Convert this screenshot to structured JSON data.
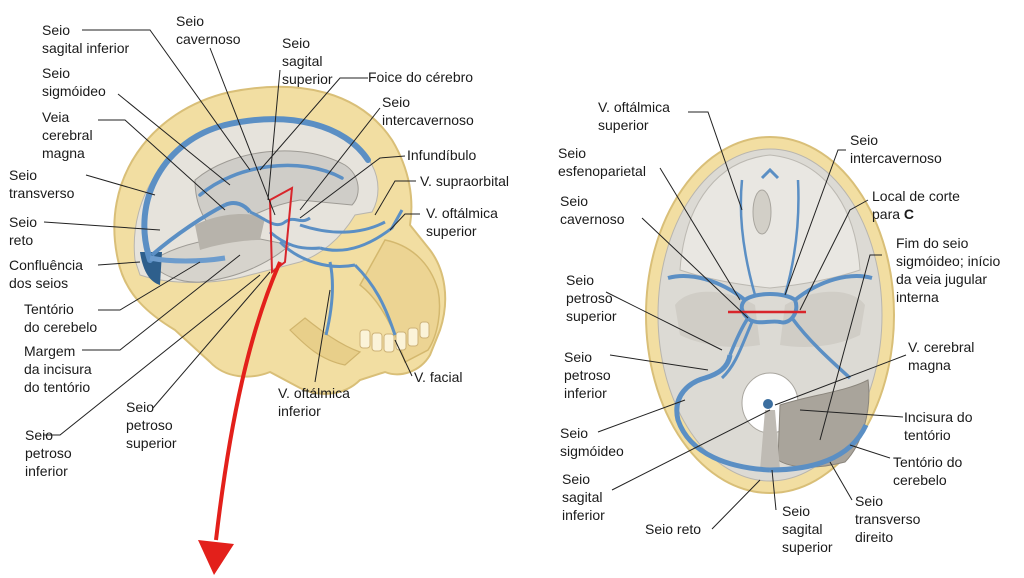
{
  "left_labels": {
    "seio_sagital_inferior": [
      "Seio",
      "sagital inferior"
    ],
    "seio_cavernoso": [
      "Seio",
      "cavernoso"
    ],
    "seio_sagital_superior": [
      "Seio",
      "sagital",
      "superior"
    ],
    "foice_do_cerebro": [
      "Foice do cérebro"
    ],
    "seio_sigmoideo": [
      "Seio",
      "sigmóideo"
    ],
    "seio_intercavernoso": [
      "Seio",
      "intercavernoso"
    ],
    "veia_cerebral_magna": [
      "Veia",
      "cerebral",
      "magna"
    ],
    "infundibulo": [
      "Infundíbulo"
    ],
    "seio_transverso": [
      "Seio",
      "transverso"
    ],
    "v_supraorbital": [
      "V. supraorbital"
    ],
    "v_oftalmica_superior": [
      "V. oftálmica",
      "superior"
    ],
    "seio_reto": [
      "Seio",
      "reto"
    ],
    "confluencia_dos_seios": [
      "Confluência",
      "dos seios"
    ],
    "tentorio_do_cerebelo": [
      "Tentório",
      "do cerebelo"
    ],
    "margem_incisura": [
      "Margem",
      "da incisura",
      "do tentório"
    ],
    "seio_petroso_superior": [
      "Seio",
      "petroso",
      "superior"
    ],
    "v_oftalmica_inferior": [
      "V. oftálmica",
      "inferior"
    ],
    "v_facial": [
      "V. facial"
    ],
    "seio_petroso_inferior": [
      "Seio",
      "petroso",
      "inferior"
    ]
  },
  "right_labels": {
    "v_oftalmica_superior": [
      "V. oftálmica",
      "superior"
    ],
    "seio_intercavernoso": [
      "Seio",
      "intercavernoso"
    ],
    "seio_esfenoparietal": [
      "Seio",
      "esfenoparietal"
    ],
    "local_de_corte_line1": "Local de corte",
    "local_de_corte_prefix": "para ",
    "local_de_corte_letter": "C",
    "seio_cavernoso": [
      "Seio",
      "cavernoso"
    ],
    "fim_seio_sigmoideo": [
      "Fim do seio",
      "sigmóideo; início",
      "da veia jugular",
      "interna"
    ],
    "seio_petroso_superior": [
      "Seio",
      "petroso",
      "superior"
    ],
    "v_cerebral_magna": [
      "V. cerebral",
      "magna"
    ],
    "seio_petroso_inferior": [
      "Seio",
      "petroso",
      "inferior"
    ],
    "incisura_do_tentorio": [
      "Incisura do",
      "tentório"
    ],
    "seio_sigmoideo": [
      "Seio",
      "sigmóideo"
    ],
    "tentorio_do_cerebelo": [
      "Tentório do",
      "cerebelo"
    ],
    "seio_sagital_inferior": [
      "Seio",
      "sagital",
      "inferior"
    ],
    "seio_reto": [
      "Seio reto"
    ],
    "seio_sagital_superior": [
      "Seio",
      "sagital",
      "superior"
    ],
    "seio_transverso_direito": [
      "Seio",
      "transverso",
      "direito"
    ]
  },
  "colors": {
    "bone": "#f2dea2",
    "bone_dark": "#d9bf78",
    "dura": "#cfcdc8",
    "dura_light": "#e6e3dc",
    "vein": "#5b8fc4",
    "vein_dark": "#3b6e9f",
    "cut_line": "#d8252b",
    "arrow": "#e3201b",
    "text": "#1a1a1a"
  }
}
